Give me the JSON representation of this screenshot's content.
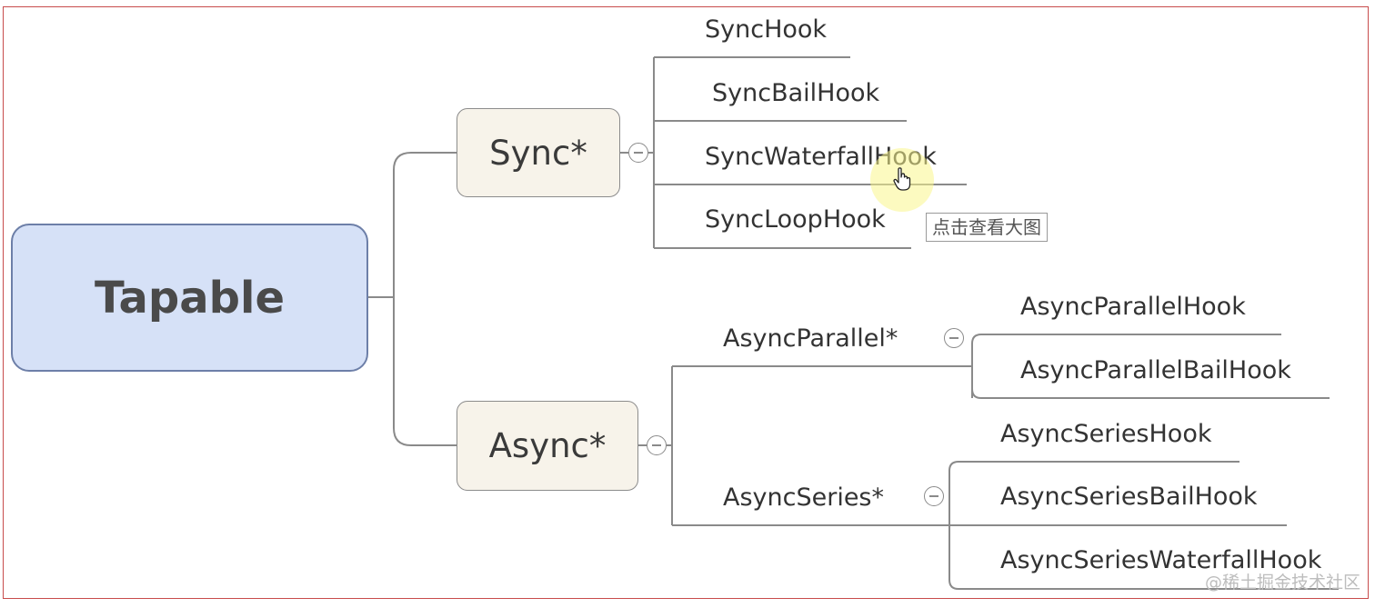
{
  "root": {
    "label": "Tapable"
  },
  "branches": {
    "sync": {
      "label": "Sync*",
      "hooks": [
        "SyncHook",
        "SyncBailHook",
        "SyncWaterfallHook",
        "SyncLoopHook"
      ]
    },
    "async": {
      "label": "Async*",
      "parallel": {
        "label": "AsyncParallel*",
        "hooks": [
          "AsyncParallelHook",
          "AsyncParallelBailHook"
        ]
      },
      "series": {
        "label": "AsyncSeries*",
        "hooks": [
          "AsyncSeriesHook",
          "AsyncSeriesBailHook",
          "AsyncSeriesWaterfallHook"
        ]
      }
    }
  },
  "tooltip": "点击查看大图",
  "watermark": "@稀土掘金技术社区",
  "colors": {
    "root_fill": "#d6e1f7",
    "root_border": "#6d7fa8",
    "branch_fill": "#f7f3ea",
    "frame_border": "#c84c4c",
    "connector": "#8a8a8a"
  },
  "icons": {
    "collapse": "collapse-minus-icon",
    "cursor": "hand-pointer-icon"
  }
}
